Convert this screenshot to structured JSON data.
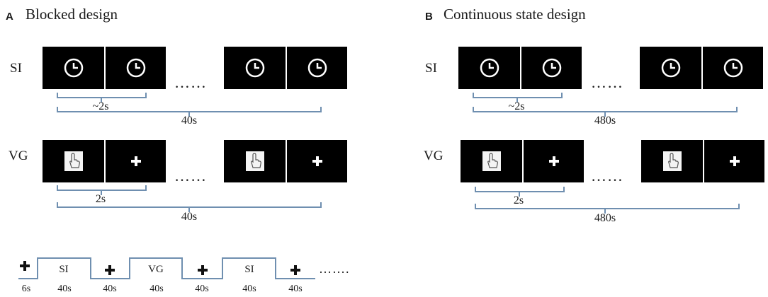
{
  "panel_a": {
    "letter": "A",
    "title": "Blocked design",
    "si": {
      "label": "SI",
      "inner_label": "~2s",
      "outer_label": "40s"
    },
    "vg": {
      "label": "VG",
      "inner_label": "2s",
      "outer_label": "40s"
    },
    "ellipsis": "……"
  },
  "panel_b": {
    "letter": "B",
    "title": "Continuous state design",
    "si": {
      "label": "SI",
      "inner_label": "~2s",
      "outer_label": "480s"
    },
    "vg": {
      "label": "VG",
      "inner_label": "2s",
      "outer_label": "480s"
    },
    "ellipsis": "……"
  },
  "timeline": {
    "plus": "+",
    "segments": [
      {
        "label": "+",
        "duration": "6s",
        "level": "low"
      },
      {
        "label": "SI",
        "duration": "40s",
        "level": "high"
      },
      {
        "label": "+",
        "duration": "40s",
        "level": "low"
      },
      {
        "label": "VG",
        "duration": "40s",
        "level": "high"
      },
      {
        "label": "+",
        "duration": "40s",
        "level": "low"
      },
      {
        "label": "SI",
        "duration": "40s",
        "level": "high"
      },
      {
        "label": "+",
        "duration": "40s",
        "level": "low"
      }
    ],
    "ellipsis": "……."
  },
  "icons": {
    "clock": "clock-icon",
    "hand": "hand-pointer-icon",
    "cross": "fixation-cross-icon"
  },
  "colors": {
    "screen": "#000000",
    "bracket": "#6f8fb0",
    "timeline": "#6f8fb0"
  }
}
